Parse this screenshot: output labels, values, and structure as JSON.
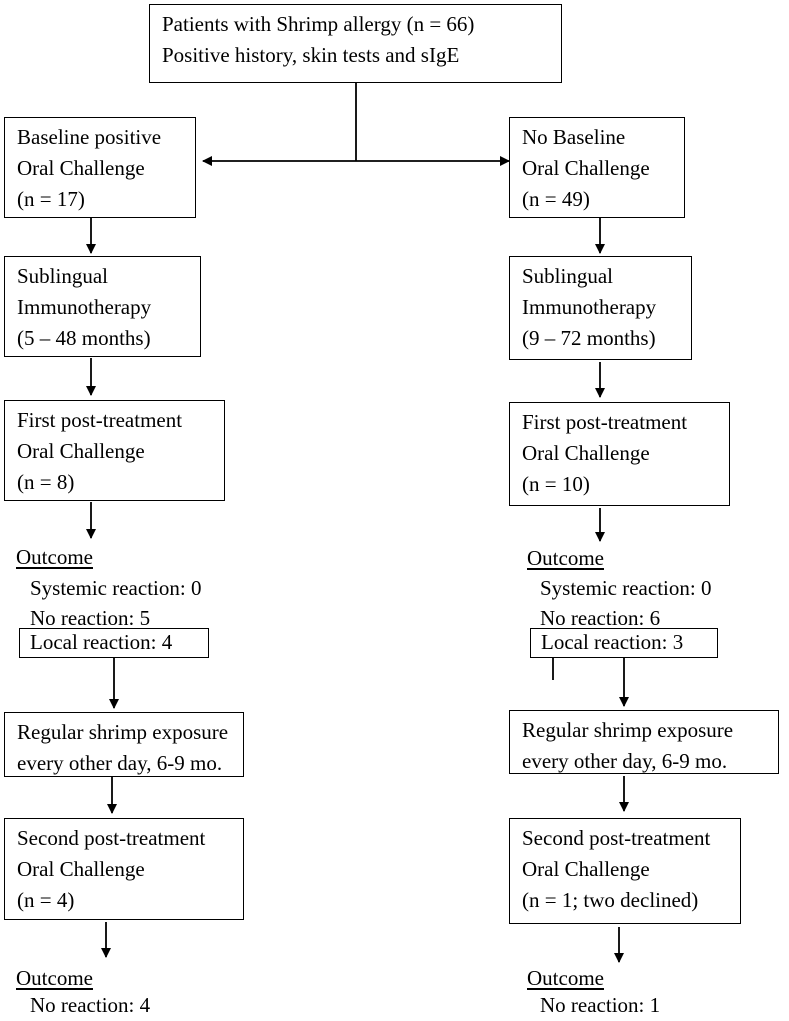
{
  "top": {
    "line1": "Patients with Shrimp allergy (n = 66)",
    "line2": "Positive history, skin tests and sIgE"
  },
  "left": {
    "baseline": [
      "Baseline positive",
      "Oral Challenge",
      "(n = 17)"
    ],
    "slit": [
      "Sublingual",
      "Immunotherapy",
      "(5 – 48 months)"
    ],
    "first_challenge": [
      "First post-treatment",
      "Oral Challenge",
      "(n = 8)"
    ],
    "outcome1": {
      "heading": "Outcome",
      "systemic": "Systemic reaction: 0",
      "none": "No reaction: 5",
      "local": "Local reaction: 4"
    },
    "exposure": [
      "Regular shrimp exposure",
      "every other day, 6-9 mo."
    ],
    "second_challenge": [
      "Second post-treatment",
      "Oral Challenge",
      "(n = 4)"
    ],
    "outcome2": {
      "heading": "Outcome",
      "none": "No reaction: 4"
    }
  },
  "right": {
    "baseline": [
      "No Baseline",
      "Oral Challenge",
      "(n = 49)"
    ],
    "slit": [
      "Sublingual",
      "Immunotherapy",
      "(9 – 72 months)"
    ],
    "first_challenge": [
      "First post-treatment",
      "Oral Challenge",
      "(n = 10)"
    ],
    "outcome1": {
      "heading": "Outcome",
      "systemic": "Systemic reaction: 0",
      "none": "No reaction: 6",
      "local": "Local reaction: 3"
    },
    "exposure": [
      "Regular shrimp exposure",
      "every other day, 6-9 mo."
    ],
    "second_challenge": [
      "Second post-treatment",
      "Oral Challenge",
      "(n = 1; two declined)"
    ],
    "outcome2": {
      "heading": "Outcome",
      "none": "No reaction: 1"
    }
  }
}
